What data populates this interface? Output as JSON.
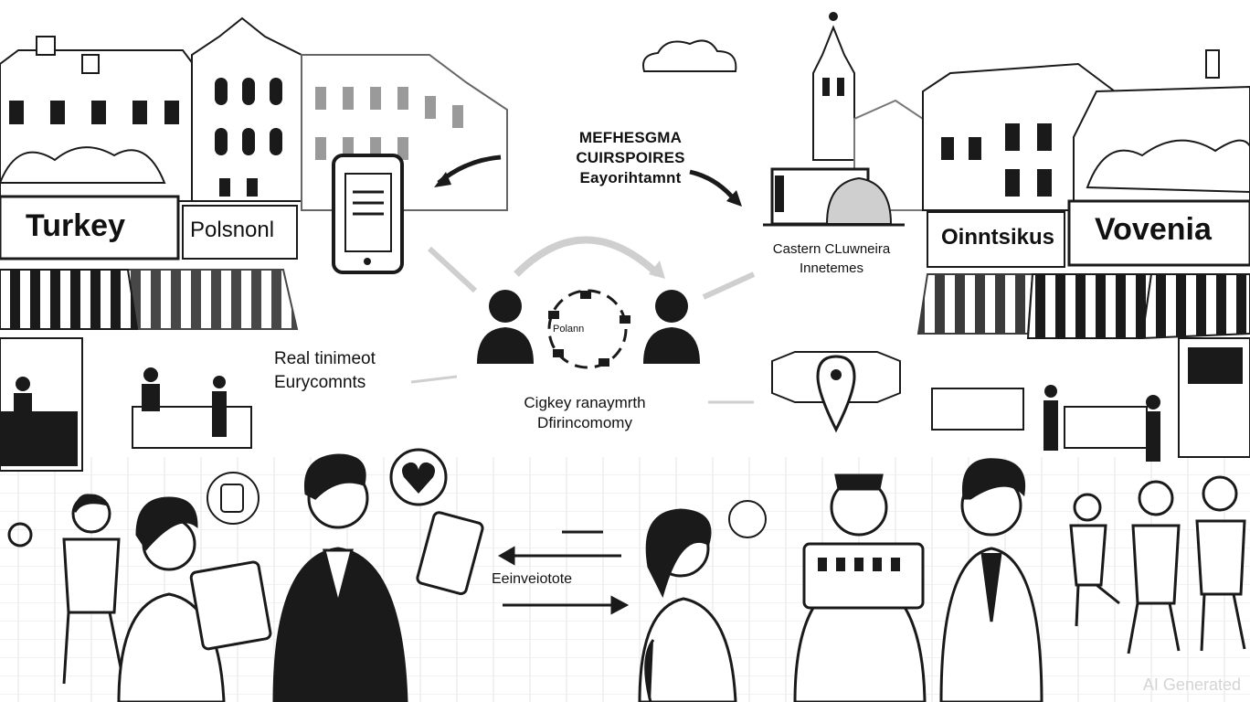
{
  "signs": {
    "left_primary": "Turkey",
    "left_secondary": "Polsnonl",
    "right_secondary": "Oinntsikus",
    "right_primary": "Vovenia"
  },
  "center_title": {
    "line1": "MEFHESGMA",
    "line2": "CUIRSPOIRES",
    "line3": "Eayorihtamnt"
  },
  "captions": {
    "left_line1": "Real tinimeot",
    "left_line2": "Eurycomnts",
    "mid_line1": "Cigkey ranaymrth",
    "mid_line2": "Dfirincomomy",
    "right_line1": "Castern CLuwneira",
    "right_line2": "Innetemes",
    "exchange": "Eeinveiotote"
  },
  "hub_label": "Polann",
  "watermark": "AI Generated",
  "icons": [
    "smartphone-icon",
    "storefront-icon",
    "people-icon",
    "location-pin-icon",
    "heart-icon",
    "tablet-icon",
    "gear-icon",
    "cloud-icon"
  ],
  "colors": {
    "ink": "#111111",
    "gray": "#cfcfcf",
    "paper": "#ffffff"
  }
}
